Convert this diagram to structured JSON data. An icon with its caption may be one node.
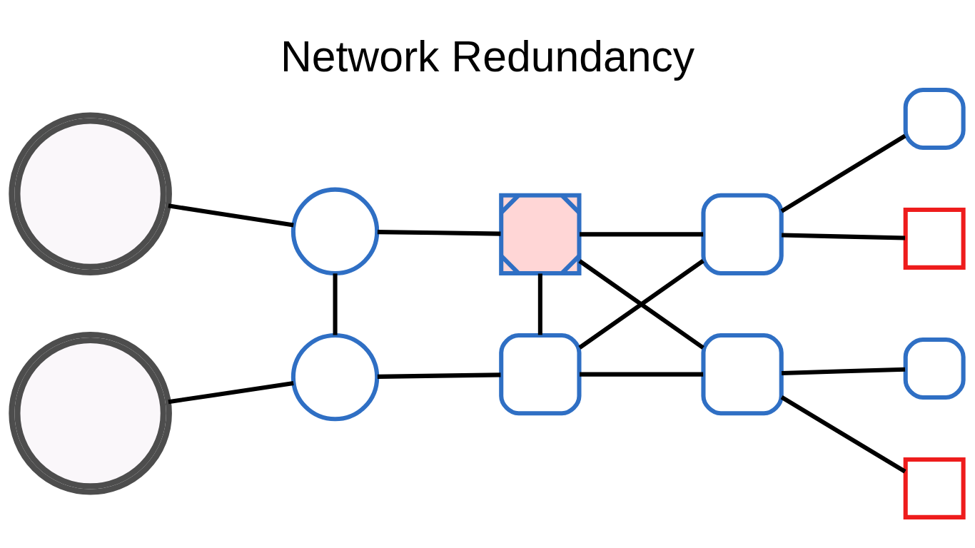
{
  "diagram": {
    "title": "Network Redundancy",
    "nodes": [
      {
        "text": [],
        "shape": "cloud"
      },
      {
        "text": [],
        "shape": "cloud"
      },
      {
        "text": [],
        "shape": "circle"
      },
      {
        "text": [],
        "shape": "circle"
      },
      {
        "text": [],
        "shape": "box"
      },
      {
        "text": [],
        "shape": "box"
      },
      {
        "text": [],
        "shape": "box"
      },
      {
        "text": [],
        "shape": "box"
      },
      {
        "text": [],
        "shape": "box"
      },
      {
        "text": [],
        "shape": "box"
      },
      {
        "text": [],
        "shape": "box"
      },
      {
        "text": [],
        "shape": "box"
      }
    ],
    "edges": [
      {
        "from": 0,
        "to": 2,
        "arrow": "none"
      },
      {
        "from": 1,
        "to": 3,
        "arrow": "none"
      },
      {
        "from": 2,
        "to": 3,
        "arrow": "none"
      },
      {
        "from": 2,
        "to": 4,
        "arrow": "none"
      },
      {
        "from": 3,
        "to": 6,
        "arrow": "none"
      },
      {
        "from": 4,
        "to": 5,
        "arrow": "none"
      },
      {
        "from": 4,
        "to": 6,
        "arrow": "none"
      },
      {
        "from": 4,
        "to": 7,
        "arrow": "none"
      },
      {
        "from": 6,
        "to": 5,
        "arrow": "none"
      },
      {
        "from": 7,
        "to": 6,
        "arrow": "none"
      },
      {
        "from": 5,
        "to": 8,
        "arrow": "none"
      },
      {
        "from": 5,
        "to": 9,
        "arrow": "none"
      },
      {
        "from": 7,
        "to": 10,
        "arrow": "none"
      },
      {
        "from": 7,
        "to": 11,
        "arrow": "none"
      }
    ]
  }
}
